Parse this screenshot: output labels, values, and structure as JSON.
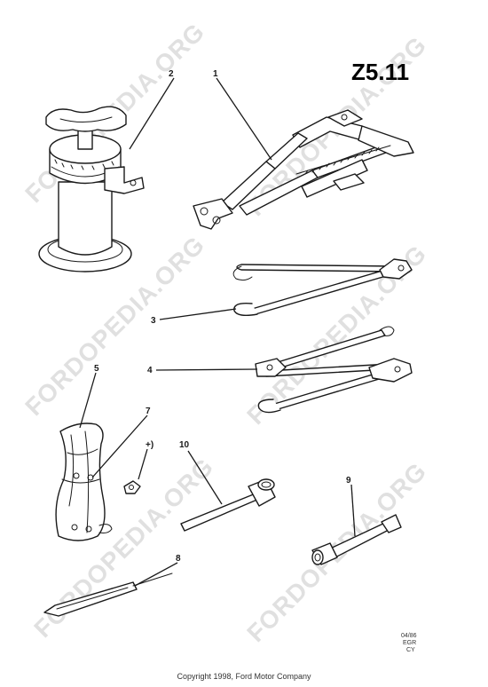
{
  "diagram": {
    "code": "Z5.11",
    "watermark": "FORDOPEDIA.ORG",
    "drawing_ref": [
      "04/86",
      "EGR",
      "CY"
    ],
    "callouts": [
      "1",
      "2",
      "3",
      "4",
      "5",
      "7",
      "+)",
      "8",
      "9",
      "10"
    ]
  },
  "footer": {
    "copyright": "Copyright 1998, Ford Motor Company"
  }
}
